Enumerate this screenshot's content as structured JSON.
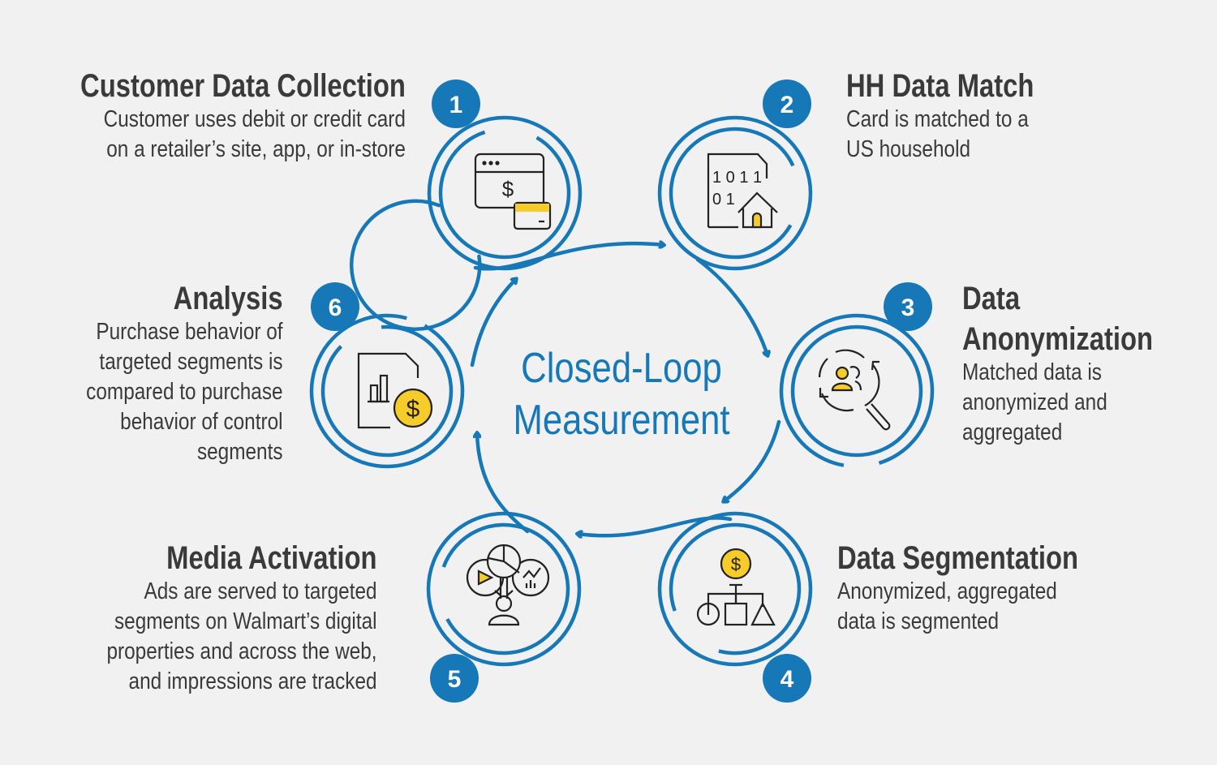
{
  "center": {
    "line1": "Closed-Loop",
    "line2": "Measurement"
  },
  "colors": {
    "accent": "#1778b7",
    "highlight": "#f6cc2a",
    "text": "#3a3a3a",
    "background": "#f1f1f1"
  },
  "steps": [
    {
      "number": "1",
      "title": "Customer Data Collection",
      "desc": [
        "Customer uses debit or credit card",
        "on a retailer’s site, app, or in-store"
      ],
      "icon": "browser-payment-card-icon"
    },
    {
      "number": "2",
      "title": "HH Data Match",
      "desc": [
        "Card is matched to a",
        "US household"
      ],
      "icon": "binary-document-house-icon"
    },
    {
      "number": "3",
      "title": [
        "Data",
        "Anonymization"
      ],
      "desc": [
        "Matched data is",
        "anonymized and",
        "aggregated"
      ],
      "icon": "user-search-refresh-icon"
    },
    {
      "number": "4",
      "title": "Data Segmentation",
      "desc": [
        "Anonymized, aggregated",
        "data is segmented"
      ],
      "icon": "segment-hierarchy-icon"
    },
    {
      "number": "5",
      "title": "Media Activation",
      "desc": [
        "Ads are served to targeted",
        "segments on Walmart’s digital",
        "properties and across the web,",
        "and impressions are tracked"
      ],
      "icon": "media-channels-person-icon"
    },
    {
      "number": "6",
      "title": "Analysis",
      "desc": [
        "Purchase behavior of",
        "targeted segments is",
        "compared to purchase",
        "behavior of control",
        "segments"
      ],
      "icon": "report-dollar-icon"
    }
  ]
}
